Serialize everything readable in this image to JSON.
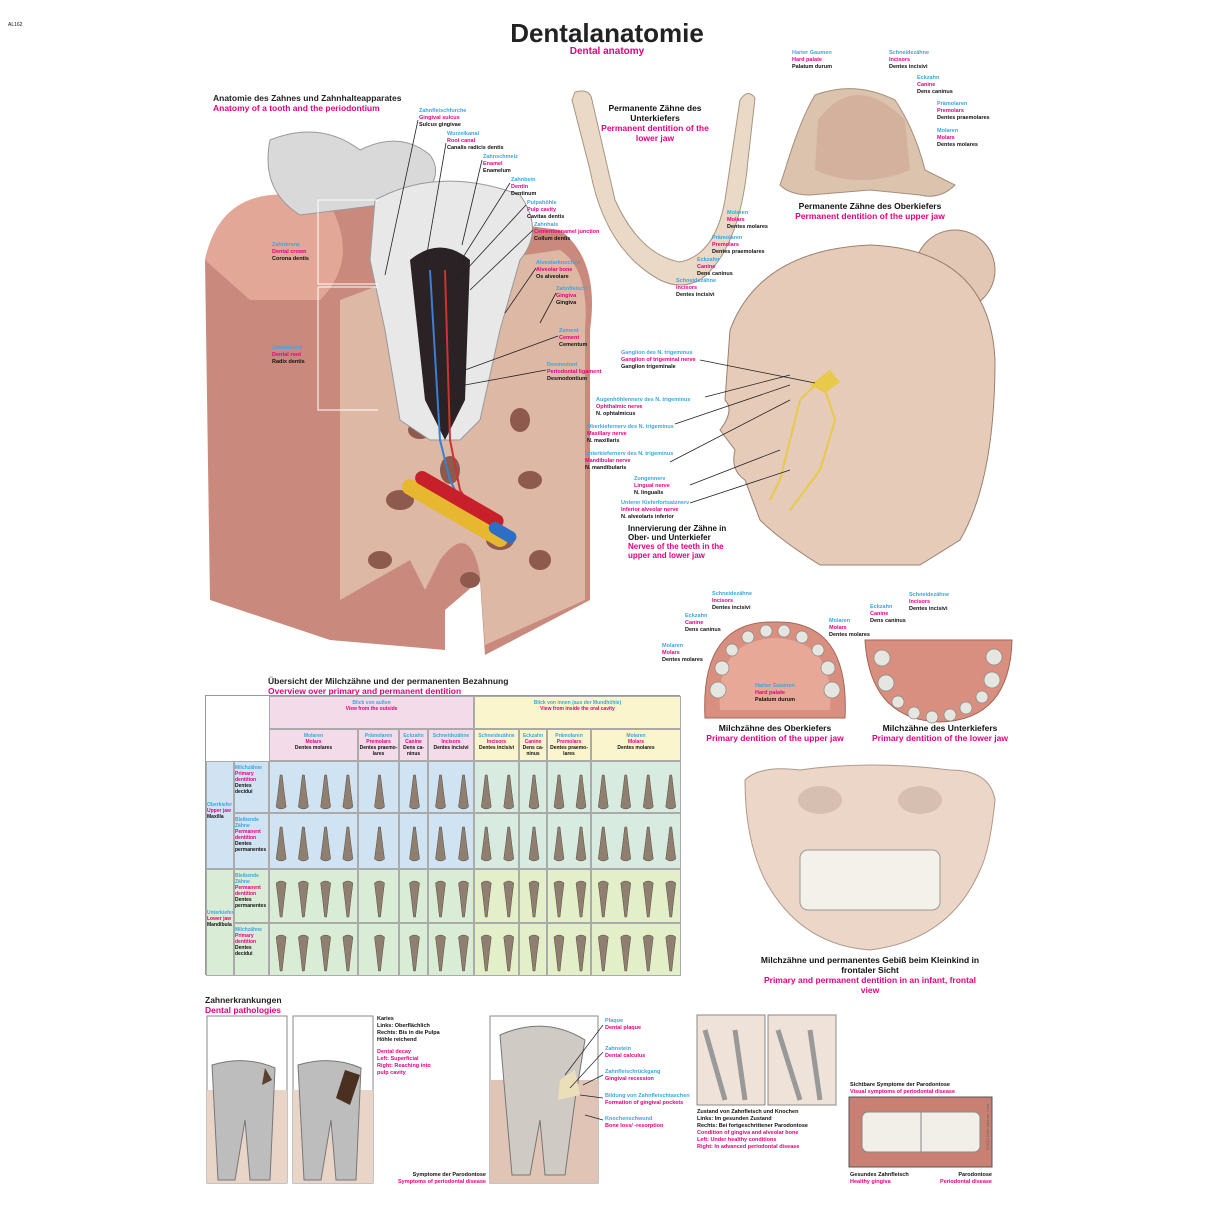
{
  "code": "AL162",
  "title": "Dentalanatomie",
  "subtitle": "Dental anatomy",
  "colors": {
    "german": "#3aa6e0",
    "english": "#e6007e",
    "latin": "#111111"
  },
  "tooth_section": {
    "heading_de": "Anatomie des Zahnes und Zahnhalteapparates",
    "heading_en": "Anatomy of a tooth and the periodontium",
    "labels": [
      {
        "de": "Zahnfleischfurche",
        "en": "Gingival sulcus",
        "la": "Sulcus gingivae"
      },
      {
        "de": "Wurzelkanal",
        "en": "Root canal",
        "la": "Canalis radicis dentis"
      },
      {
        "de": "Zahnschmelz",
        "en": "Enamel",
        "la": "Enamelum"
      },
      {
        "de": "Zahnbein",
        "en": "Dentin",
        "la": "Dentinum"
      },
      {
        "de": "Pulpahöhle",
        "en": "Pulp cavity",
        "la": "Cavitas dentis"
      },
      {
        "de": "Zahnhals",
        "en": "Cementoenamel junction",
        "la": "Collum dentis"
      },
      {
        "de": "Alveolarknochen",
        "en": "Alveolar bone",
        "la": "Os alveolare"
      },
      {
        "de": "Zahnfleisch",
        "en": "Gingiva",
        "la": "Gingiva"
      },
      {
        "de": "Zement",
        "en": "Cement",
        "la": "Cementum"
      },
      {
        "de": "Desmodont",
        "en": "Periodontal ligament",
        "la": "Desmodontium"
      },
      {
        "de": "Zahnkrone",
        "en": "Dental crown",
        "la": "Corona dentis"
      },
      {
        "de": "Zahnwurzel",
        "en": "Dental root",
        "la": "Radix dentis"
      }
    ]
  },
  "lower_jaw": {
    "caption_de": "Permanente Zähne des Unterkiefers",
    "caption_en": "Permanent dentition of the lower jaw",
    "labels": [
      {
        "de": "Molaren",
        "en": "Molars",
        "la": "Dentes molares"
      },
      {
        "de": "Prämolaren",
        "en": "Premolars",
        "la": "Dentes praemolares"
      },
      {
        "de": "Eckzahn",
        "en": "Canine",
        "la": "Dens caninus"
      },
      {
        "de": "Schneidezähne",
        "en": "Incisors",
        "la": "Dentes incisivi"
      }
    ]
  },
  "upper_jaw": {
    "caption_de": "Permanente Zähne des Oberkiefers",
    "caption_en": "Permanent dentition of the upper jaw",
    "labels": [
      {
        "de": "Harter Gaumen",
        "en": "Hard palate",
        "la": "Palatum durum"
      },
      {
        "de": "Schneidezähne",
        "en": "Incisors",
        "la": "Dentes incisivi"
      },
      {
        "de": "Eckzahn",
        "en": "Canine",
        "la": "Dens caninus"
      },
      {
        "de": "Prämolaren",
        "en": "Premolars",
        "la": "Dentes praemolares"
      },
      {
        "de": "Molaren",
        "en": "Molars",
        "la": "Dentes molares"
      }
    ]
  },
  "nerves": {
    "caption_de": "Innervierung der Zähne in Ober- und Unterkiefer",
    "caption_en": "Nerves of the teeth in the upper and lower jaw",
    "labels": [
      {
        "de": "Ganglion des N. trigeminus",
        "en": "Ganglion of trigeminal nerve",
        "la": "Ganglion trigeminale"
      },
      {
        "de": "Augenhöhlennerv des N. trigeminus",
        "en": "Ophthalmic nerve",
        "la": "N. ophtalmicus"
      },
      {
        "de": "Oberkiefernerv des N. trigeminus",
        "en": "Maxillary nerve",
        "la": "N. maxillaris"
      },
      {
        "de": "Unterkiefernerv des N. trigeminus",
        "en": "Mandibular nerve",
        "la": "N. mandibularis"
      },
      {
        "de": "Zungennerv",
        "en": "Lingual nerve",
        "la": "N. lingualis"
      },
      {
        "de": "Unterer Kieferfortsatznerv",
        "en": "Inferior alveolar nerve",
        "la": "N. alveolaris inferior"
      }
    ]
  },
  "primary_upper": {
    "caption_de": "Milchzähne des Oberkiefers",
    "caption_en": "Primary dentition of the upper jaw",
    "labels": [
      {
        "de": "Schneidezähne",
        "en": "Incisors",
        "la": "Dentes incisivi"
      },
      {
        "de": "Eckzahn",
        "en": "Canine",
        "la": "Dens caninus"
      },
      {
        "de": "Molaren",
        "en": "Molars",
        "la": "Dentes molares"
      },
      {
        "de": "Harter Gaumen",
        "en": "Hard palate",
        "la": "Palatum durum"
      }
    ]
  },
  "primary_lower": {
    "caption_de": "Milchzähne des Unterkiefers",
    "caption_en": "Primary dentition of the lower jaw",
    "labels": [
      {
        "de": "Molaren",
        "en": "Molars",
        "la": "Dentes molares"
      },
      {
        "de": "Eckzahn",
        "en": "Canine",
        "la": "Dens caninus"
      },
      {
        "de": "Schneidezähne",
        "en": "Incisors",
        "la": "Dentes incisivi"
      }
    ]
  },
  "infant": {
    "caption_de": "Milchzähne und permanentes Gebiß beim Kleinkind in frontaler Sicht",
    "caption_en": "Primary and permanent dentition in an infant, frontal view"
  },
  "overview": {
    "heading_de": "Übersicht der Milchzähne und der permanenten Bezahnung",
    "heading_en": "Overview over primary and permanent dentition",
    "view_outside": {
      "de": "Blick von außen",
      "en": "View from the outside"
    },
    "view_inside": {
      "de": "Blick von innen (aus der Mundhöhle)",
      "en": "View from inside the oral cavity"
    },
    "columns": [
      {
        "de": "Molaren",
        "en": "Molars",
        "la": "Dentes molares"
      },
      {
        "de": "Prämolaren",
        "en": "Premolars",
        "la": "Dentes praemo-lares"
      },
      {
        "de": "Eckzahn",
        "en": "Canine",
        "la": "Dens ca-ninus"
      },
      {
        "de": "Schneidezähne",
        "en": "Incisors",
        "la": "Dentes incisivi"
      },
      {
        "de": "Schneidezähne",
        "en": "Incisors",
        "la": "Dentes incisivi"
      },
      {
        "de": "Eckzahn",
        "en": "Canine",
        "la": "Dens ca-ninus"
      },
      {
        "de": "Prämolaren",
        "en": "Premolars",
        "la": "Dentes praemo-lares"
      },
      {
        "de": "Molaren",
        "en": "Molars",
        "la": "Dentes molares"
      }
    ],
    "jaws": [
      {
        "de": "Oberkiefer",
        "en": "Upper jaw",
        "la": "Maxilla"
      },
      {
        "de": "Unterkiefer",
        "en": "Lower jaw",
        "la": "Mandibula"
      }
    ],
    "rows": [
      {
        "de": "Milchzähne",
        "en": "Primary dentition",
        "la": "Dentes decidui"
      },
      {
        "de": "Bleibende Zähne",
        "en": "Permanent dentition",
        "la": "Dentes permanentes"
      },
      {
        "de": "Bleibende Zähne",
        "en": "Permanent dentition",
        "la": "Dentes permanentes"
      },
      {
        "de": "Milchzähne",
        "en": "Primary dentition",
        "la": "Dentes decidui"
      }
    ]
  },
  "pathologies": {
    "heading_de": "Zahnerkrankungen",
    "heading_en": "Dental pathologies",
    "caries_de": [
      "Karies",
      "Links: Oberflächlich",
      "Rechts: Bis in die Pulpa",
      "Höhle reichend"
    ],
    "caries_en": [
      "Dental decay",
      "Left: Superficial",
      "Right: Reaching into",
      "pulp cavity"
    ],
    "perio_caption_de": "Symptome der Parodontose",
    "perio_caption_en": "Symptoms of periodontal disease",
    "perio_labels": [
      {
        "de": "Plaque",
        "en": "Dental plaque"
      },
      {
        "de": "Zahnstein",
        "en": "Dental calculus"
      },
      {
        "de": "Zahnfleischrückgang",
        "en": "Gingival recession"
      },
      {
        "de": "Bildung von Zahnfleischtaschen",
        "en": "Formation of gingival pockets"
      },
      {
        "de": "Knochenschwund",
        "en": "Bone loss/ -resorption"
      }
    ],
    "condition_de": [
      "Zustand von Zahnfleisch und Knochen",
      "Links: Im gesunden Zustand",
      "Rechts: Bei fortgeschrittener Parodontose"
    ],
    "condition_en": [
      "Condition of gingiva and alveolar bone",
      "Left: Under healthy conditions",
      "Right: In advanced periodontal disease"
    ],
    "visual_de": "Sichtbare Symptome der Parodontose",
    "visual_en": "Visual symptoms of periodontal disease",
    "healthy_de": "Gesundes Zahnfleisch",
    "healthy_en": "Healthy gingiva",
    "disease_de": "Parodontose",
    "disease_en": "Periodontal disease"
  },
  "copyright": "©2012 Erler-Zimmer, Lauf"
}
